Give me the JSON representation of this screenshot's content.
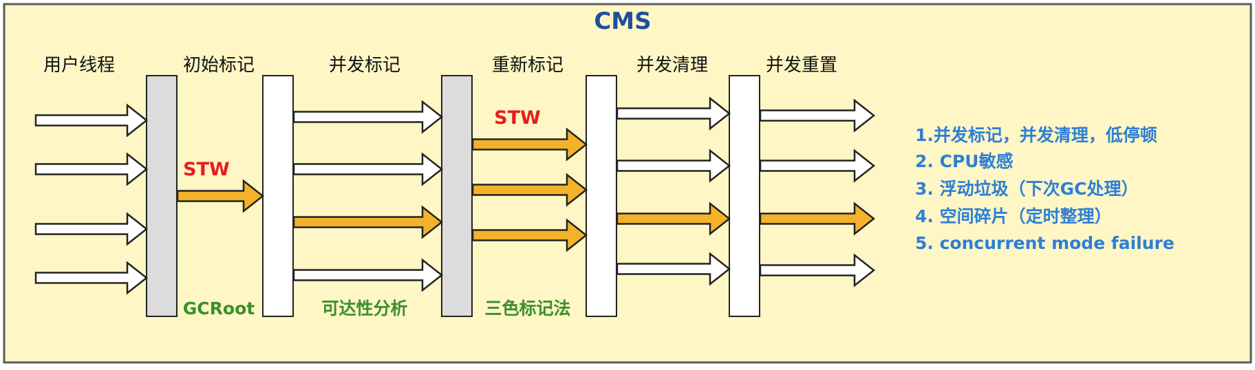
{
  "title": "CMS",
  "colors": {
    "background": "#fef6c4",
    "border": "#5a5a5a",
    "title": "#1f4e9c",
    "stw": "#e81c1c",
    "phase_note": "#3a8f2a",
    "notes": "#2d7fd6",
    "gray_bar": "#dcdcdc",
    "white_bar": "#ffffff",
    "orange_arrow": "#f3b22a",
    "white_arrow": "#ffffff"
  },
  "phases": [
    {
      "label": "用户线程"
    },
    {
      "label": "初始标记"
    },
    {
      "label": "并发标记"
    },
    {
      "label": "重新标记"
    },
    {
      "label": "并发清理"
    },
    {
      "label": "并发重置"
    }
  ],
  "stw_labels": [
    "STW",
    "STW"
  ],
  "phase_notes": [
    "GCRoot",
    "可达性分析",
    "三色标记法"
  ],
  "notes": [
    "1.并发标记，并发清理，低停顿",
    "2. CPU敏感",
    "3. 浮动垃圾（下次GC处理）",
    "4. 空间碎片（定时整理）",
    "5. concurrent mode failure"
  ]
}
